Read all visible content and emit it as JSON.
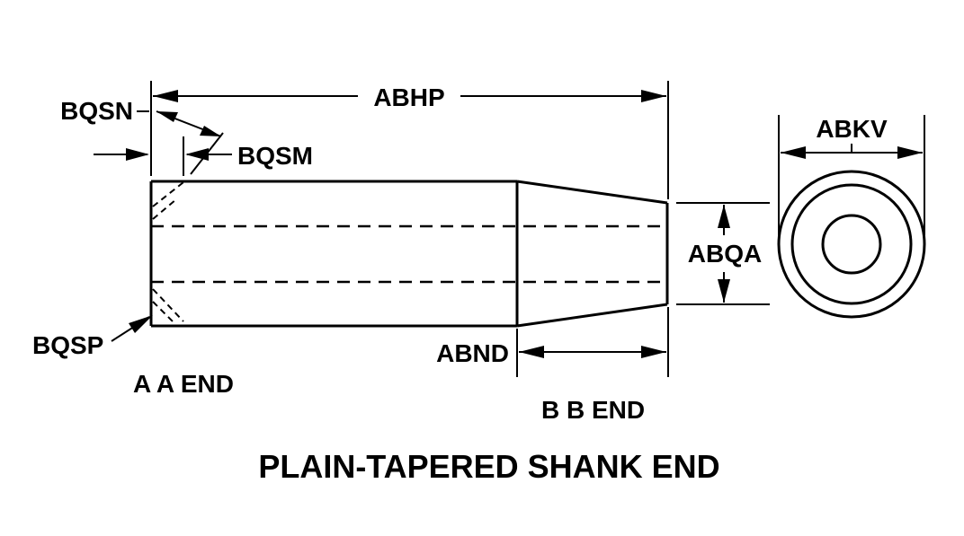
{
  "title": "PLAIN-TAPERED SHANK END",
  "labels": {
    "overall_length": "ABHP",
    "chamfer_angle": "BQSN",
    "chamfer_length": "BQSM",
    "chamfer_point": "BQSP",
    "end_a": "A A END",
    "end_b": "B B END",
    "taper_length": "ABND",
    "end_diameter": "ABQA",
    "outside_diameter": "ABKV"
  }
}
